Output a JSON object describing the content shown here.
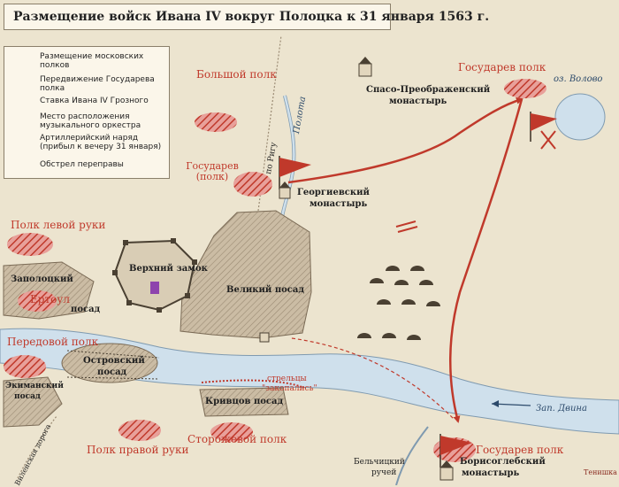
{
  "title": "Размещение войск Ивана IV вокруг Полоцка к 31 января 1563 г.",
  "legend": [
    {
      "icon": "hatched-ellipse",
      "label": "Размещение московских полков"
    },
    {
      "icon": "red-arrow",
      "label": "Передвижение Государева полка"
    },
    {
      "icon": "red-flag",
      "label": "Ставка Ивана IV Грозного"
    },
    {
      "icon": "trumpets",
      "label": "Место расположения музыкального оркестра"
    },
    {
      "icon": "double-dash",
      "label": "Артиллерийский наряд (прибыл к вечеру 31 января)"
    },
    {
      "icon": "dashed-line",
      "label": "Обстрел переправы"
    }
  ],
  "regiments": {
    "bolshoy": "Большой полк",
    "gosudarev_ne": "Государев полк",
    "gosudarev_center": "Государев (полк)",
    "levoy_ruki": "Полк левой руки",
    "peredovoy": "Передовой полк",
    "pravoy_ruki": "Полк правой руки",
    "storozhevoy": "Сторожевой полк",
    "gosudarev_se": "Государев полк",
    "ertoul": "Ертоул"
  },
  "places": {
    "spaso_1": "Спасо-Преображенский",
    "spaso_2": "монастырь",
    "georgiev_1": "Георгиевский",
    "georgiev_2": "монастырь",
    "borisogleb_1": "Борисоглебский",
    "borisogleb_2": "монастырь",
    "verkhniy_zamok": "Верхний замок",
    "velikiy_posad": "Великий посад",
    "zapolotsky_1": "Заполоцкий",
    "zapolotsky_2": "посад",
    "ostrovsky_1": "Островский",
    "ostrovsky_2": "посад",
    "ekimansky_1": "Экиманский",
    "ekimansky_2": "посад",
    "krivtsov": "Кривцов посад",
    "streltsy_1": "стрельцы",
    "streltsy_2": "\"закопались\""
  },
  "water": {
    "zap_dvina": "Зап. Двина",
    "polota": "Полота",
    "volovo": "оз. Волово",
    "belchitsky_1": "Бельчицкий",
    "belchitsky_2": "ручей"
  },
  "roads": {
    "na_rigu": "по Ригу",
    "vilenskaya": "Виленская дорога"
  },
  "logo": "Тенишка",
  "colors": {
    "background": "#ece4cf",
    "river": "#cfe0ec",
    "red": "#c0392b",
    "posad": "#b9a993"
  }
}
